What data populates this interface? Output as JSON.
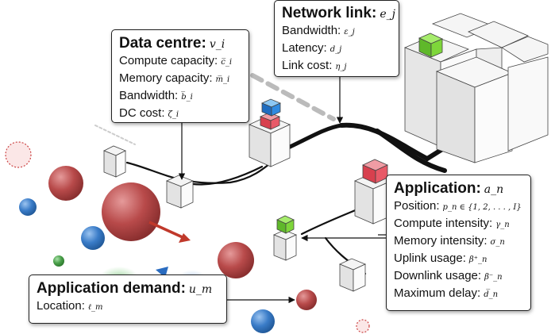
{
  "network_link": {
    "title": "Network link:",
    "symbol": "e_j",
    "rows": [
      {
        "label": "Bandwidth:",
        "symbol": "ε_j"
      },
      {
        "label": "Latency:",
        "symbol": "d_j"
      },
      {
        "label": "Link cost:",
        "symbol": "η_j"
      }
    ]
  },
  "data_centre": {
    "title": "Data centre:",
    "symbol": "v_i",
    "rows": [
      {
        "label": "Compute capacity:",
        "symbol": "c̅_i"
      },
      {
        "label": "Memory capacity:",
        "symbol": "m̅_i"
      },
      {
        "label": "Bandwidth:",
        "symbol": "b̅_i"
      },
      {
        "label": "DC cost:",
        "symbol": "ζ_i"
      }
    ]
  },
  "application": {
    "title": "Application:",
    "symbol": "a_n",
    "rows": [
      {
        "label": "Position:",
        "symbol": "p_n ∈ {1, 2, . . . , I}"
      },
      {
        "label": "Compute intensity:",
        "symbol": "γ_n"
      },
      {
        "label": "Memory intensity:",
        "symbol": "σ_n"
      },
      {
        "label": "Uplink usage:",
        "symbol": "β⁺_n"
      },
      {
        "label": "Downlink usage:",
        "symbol": "β⁻_n"
      },
      {
        "label": "Maximum delay:",
        "symbol": "d̅_n"
      }
    ]
  },
  "application_demand": {
    "title": "Application demand:",
    "symbol": "u_m",
    "rows": [
      {
        "label": "Location:",
        "symbol": "ℓ_m"
      }
    ]
  },
  "colors": {
    "demand_red": "#b84a4a",
    "demand_blue": "#3a7cc8",
    "demand_green": "#4aa04a",
    "app_red": "#e04858",
    "app_blue": "#2a7fd0",
    "app_green": "#6ccf2a",
    "arrow_red": "#c0392b",
    "arrow_blue": "#2a6cc0"
  }
}
